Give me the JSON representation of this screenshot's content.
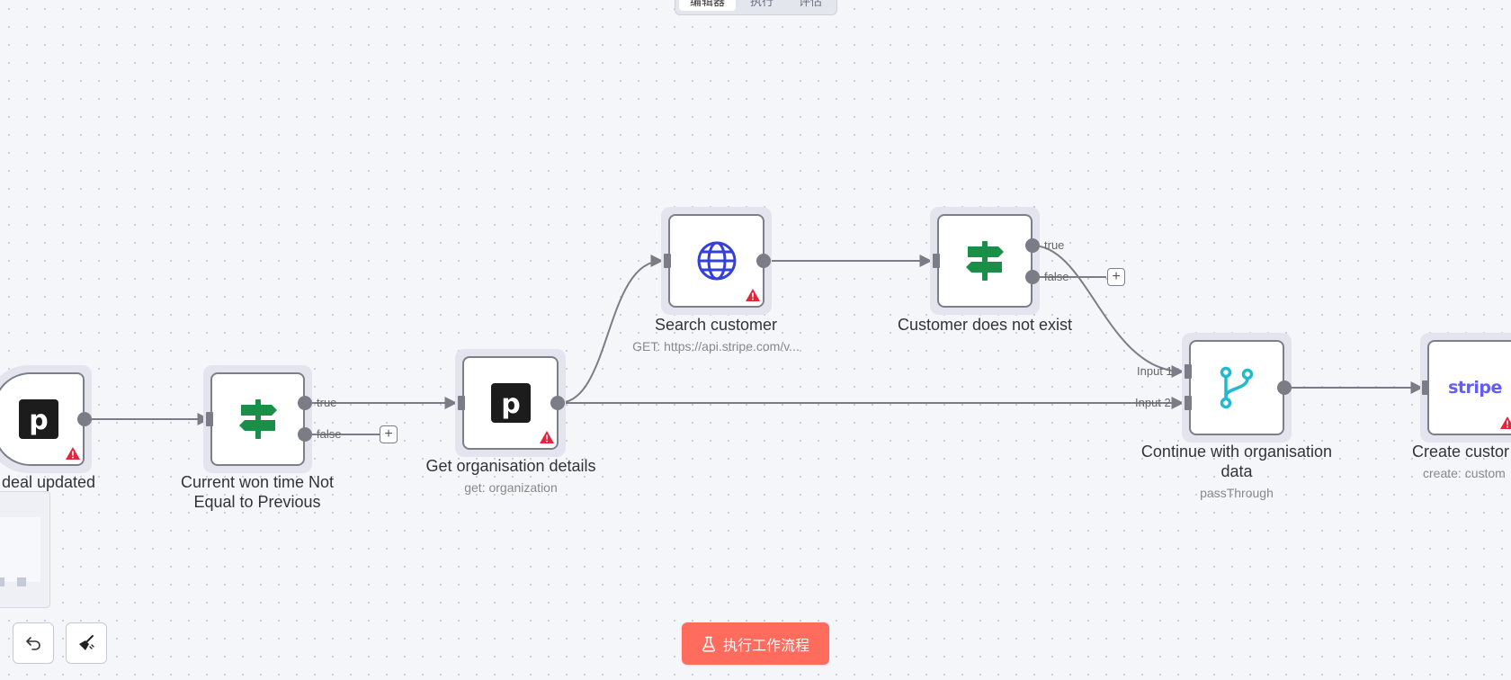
{
  "top_tabs": [
    {
      "label": "编辑器",
      "active": true
    },
    {
      "label": "执行",
      "active": false
    },
    {
      "label": "评估",
      "active": false
    }
  ],
  "nodes": {
    "deal_updated": {
      "label": "deal updated",
      "icon": "pipedrive-icon",
      "warning": true
    },
    "won_time_check": {
      "label": "Current won time Not Equal to Previous",
      "icon": "signpost-icon"
    },
    "get_org": {
      "label": "Get organisation details",
      "sublabel": "get: organization",
      "icon": "pipedrive-icon",
      "warning": true
    },
    "search_customer": {
      "label": "Search customer",
      "sublabel": "GET: https://api.stripe.com/v...",
      "icon": "globe-icon",
      "warning": true
    },
    "customer_not_exist": {
      "label": "Customer does not exist",
      "icon": "signpost-icon"
    },
    "continue_org": {
      "label": "Continue with organisation data",
      "sublabel": "passThrough",
      "icon": "merge-icon"
    },
    "create_customer": {
      "label": "Create custor",
      "sublabel": "create: custom",
      "icon": "stripe-logo",
      "logo_text": "stripe",
      "warning": true
    }
  },
  "port_labels": {
    "won_true": "true",
    "won_false": "false",
    "exist_true": "true",
    "exist_false": "false",
    "input1": "Input 1",
    "input2": "Input 2"
  },
  "toolbar": {
    "execute_label": "执行工作流程",
    "undo_icon": "undo-icon",
    "clear_icon": "broom-icon"
  },
  "colors": {
    "execute_button": "#ff6b5c",
    "signpost_green": "#1a8f47",
    "globe_blue": "#3440d6",
    "merge_teal": "#22b8cf",
    "stripe_purple": "#635bff",
    "warning_red": "#e5243b"
  }
}
